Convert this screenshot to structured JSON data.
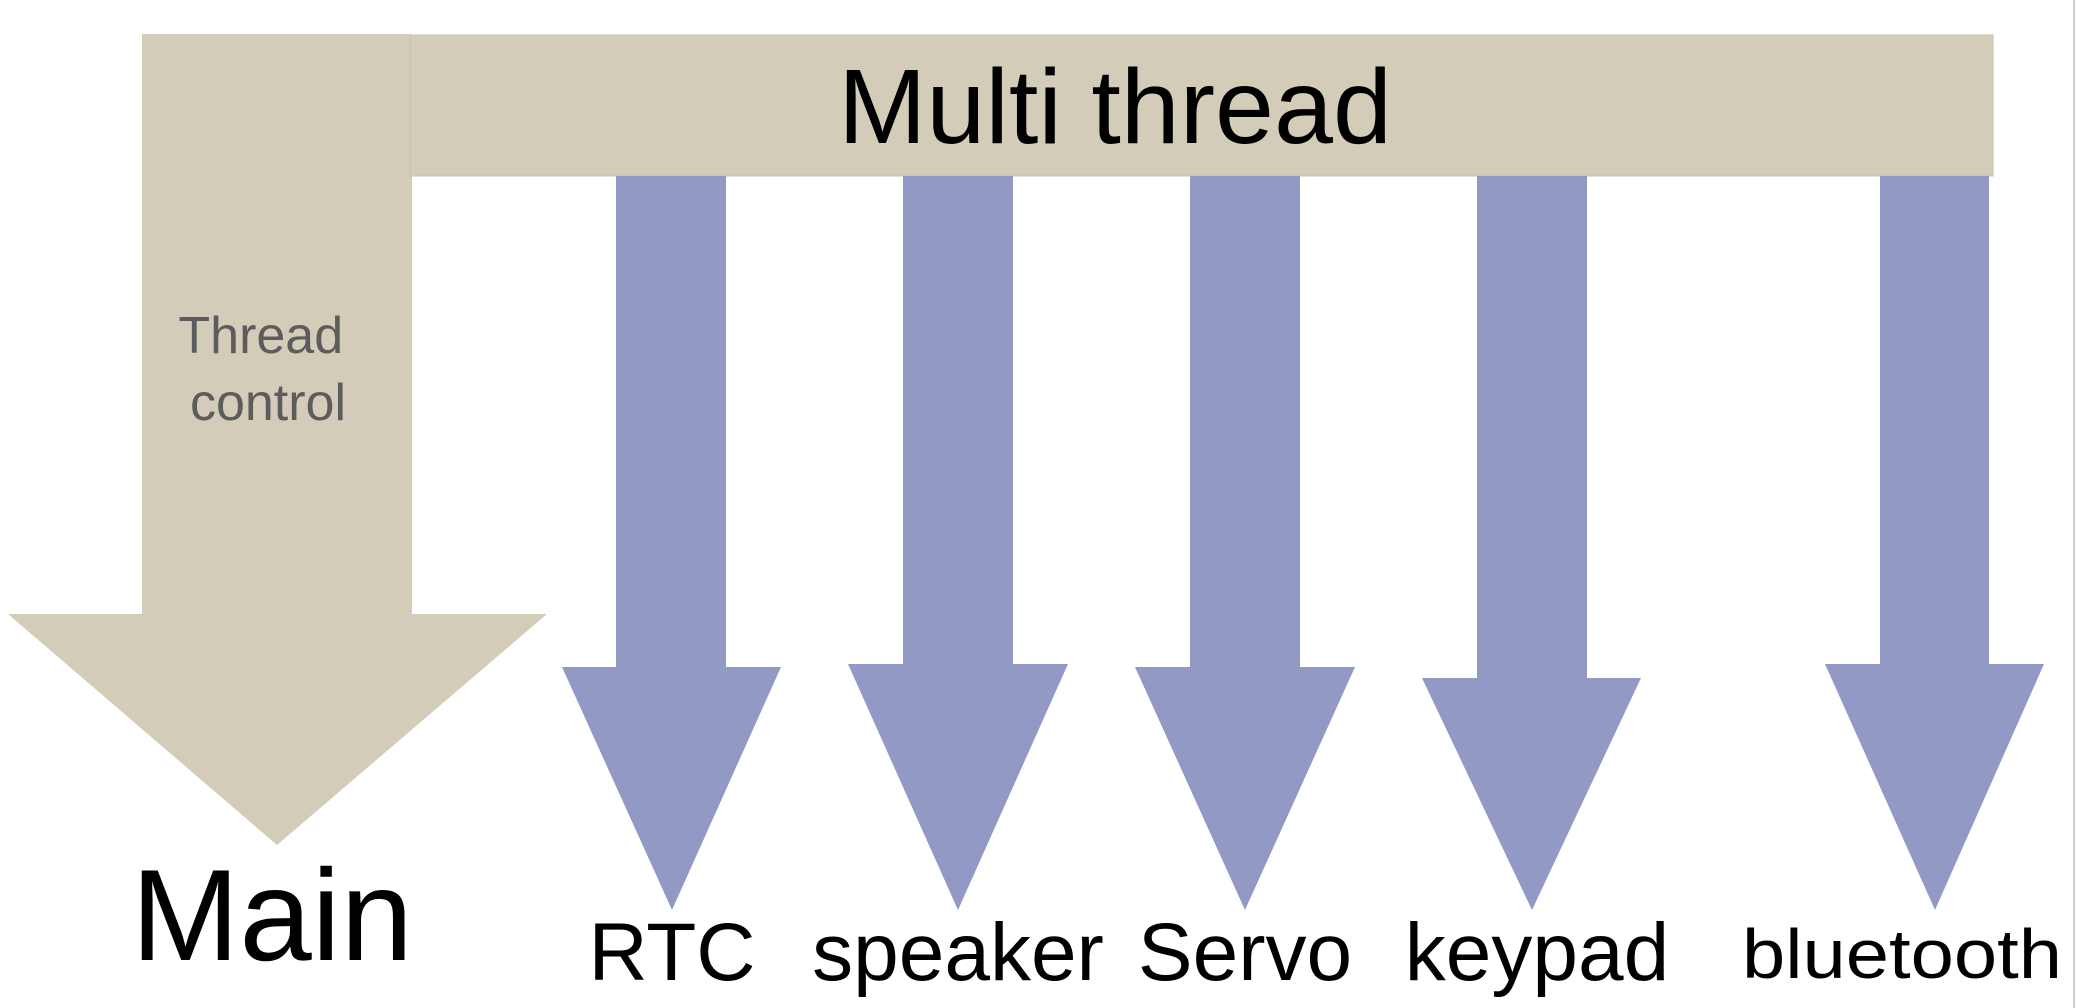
{
  "header": {
    "title": "Multi thread"
  },
  "main_arrow": {
    "label": "Thread control",
    "target": "Main"
  },
  "threads": [
    {
      "label": "RTC"
    },
    {
      "label": "speaker"
    },
    {
      "label": "Servo"
    },
    {
      "label": "keypad"
    },
    {
      "label": "bluetooth"
    }
  ],
  "colors": {
    "beige": "#d3ccb9",
    "arrow_blue": "#9199c4",
    "text_dark": "#000000",
    "text_gray": "#5c5c5c"
  }
}
